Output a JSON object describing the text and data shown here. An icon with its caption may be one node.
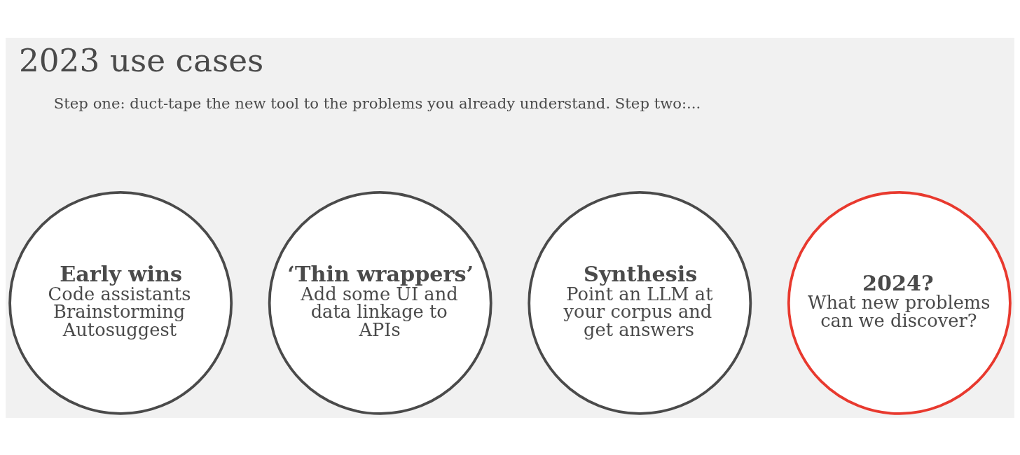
{
  "diagram": {
    "title": "2023 use cases",
    "nodes": [
      {
        "text": [
          "Early wins",
          "Code assistants",
          "Brainstorming",
          "Autosuggest"
        ]
      },
      {
        "text": [
          "‘Thin wrappers’",
          "Add some UI and data linkage to APIs"
        ]
      },
      {
        "text": [
          "Synthesis",
          "Point an LLM at your corpus and get answers"
        ]
      },
      {
        "text": [
          "2024?",
          "What new problems can we discover?"
        ]
      }
    ],
    "edges": [],
    "labels": [
      "Step one: duct-tape the new tool to the problems you already understand. Step two:..."
    ]
  }
}
